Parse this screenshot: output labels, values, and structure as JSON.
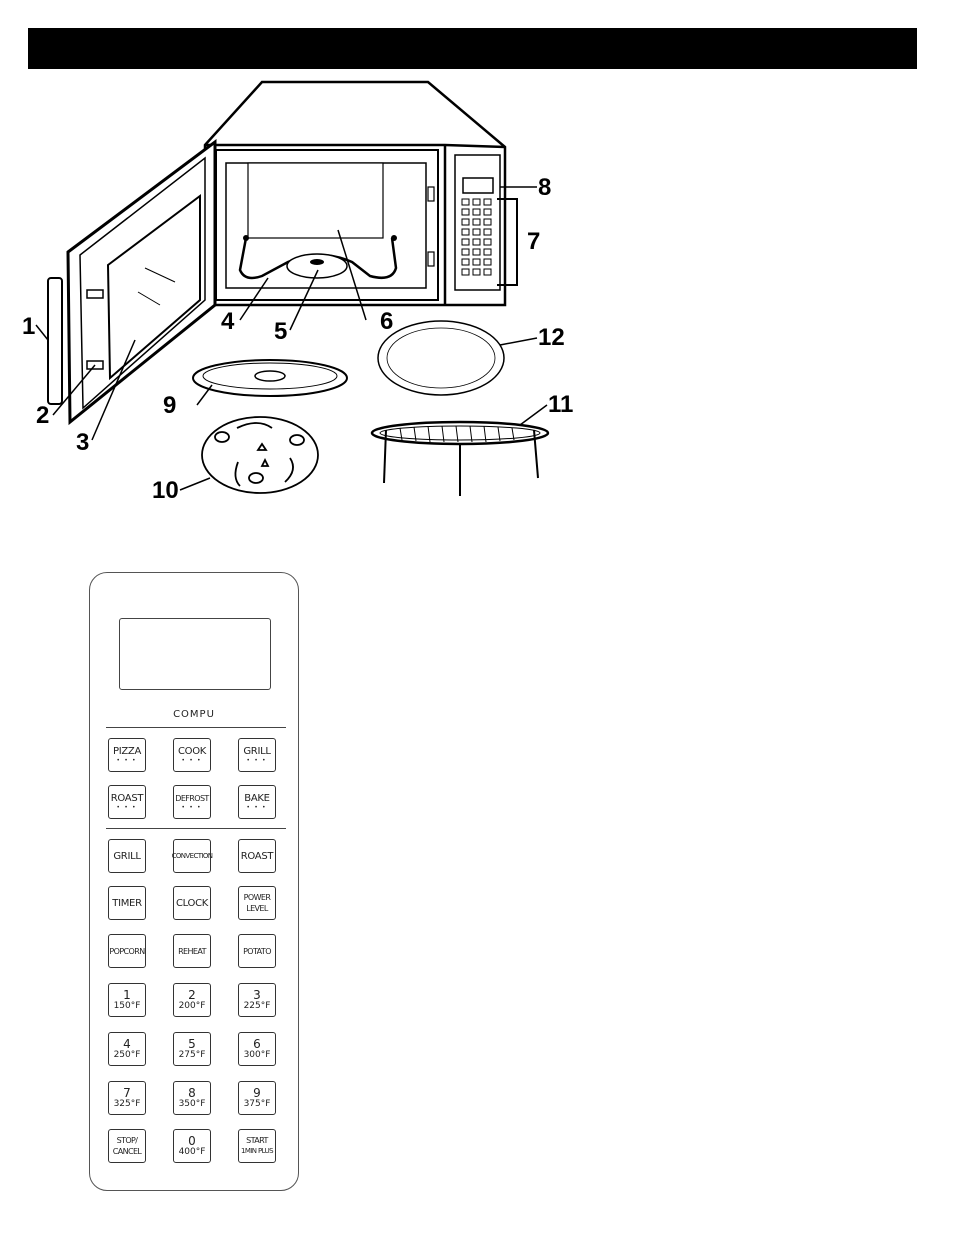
{
  "diagram": {
    "callouts": [
      "1",
      "2",
      "3",
      "4",
      "5",
      "6",
      "7",
      "8",
      "9",
      "10",
      "11",
      "12"
    ]
  },
  "control_panel": {
    "brand_label": "COMPU",
    "group1_keys": [
      {
        "label": "PIZZA",
        "dots": "• • •"
      },
      {
        "label": "COOK",
        "dots": "• • •"
      },
      {
        "label": "GRILL",
        "dots": "• • •"
      },
      {
        "label": "ROAST",
        "dots": "• • •"
      },
      {
        "label": "DEFROST",
        "dots": "• • •"
      },
      {
        "label": "BAKE",
        "dots": "• • •"
      }
    ],
    "function_keys": [
      {
        "l1": "GRILL"
      },
      {
        "l1": "CONVECTION"
      },
      {
        "l1": "ROAST"
      },
      {
        "l1": "TIMER"
      },
      {
        "l1": "CLOCK"
      },
      {
        "l1": "POWER",
        "l2": "LEVEL"
      },
      {
        "l1": "POPCORN"
      },
      {
        "l1": "REHEAT"
      },
      {
        "l1": "POTATO"
      }
    ],
    "number_keys": [
      {
        "num": "1",
        "temp": "150°F"
      },
      {
        "num": "2",
        "temp": "200°F"
      },
      {
        "num": "3",
        "temp": "225°F"
      },
      {
        "num": "4",
        "temp": "250°F"
      },
      {
        "num": "5",
        "temp": "275°F"
      },
      {
        "num": "6",
        "temp": "300°F"
      },
      {
        "num": "7",
        "temp": "325°F"
      },
      {
        "num": "8",
        "temp": "350°F"
      },
      {
        "num": "9",
        "temp": "375°F"
      }
    ],
    "bottom_keys": [
      {
        "l1": "STOP/",
        "l2": "CANCEL"
      },
      {
        "num": "0",
        "temp": "400°F"
      },
      {
        "l1": "START",
        "l2": "1MIN PLUS"
      }
    ]
  }
}
